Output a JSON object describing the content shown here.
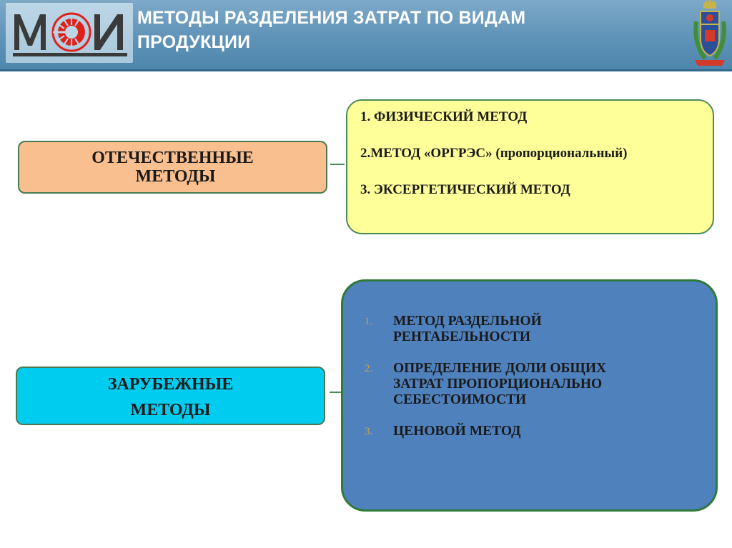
{
  "header": {
    "logo_text": "МЭИ",
    "title_lines": [
      "МЕТОДЫ РАЗДЕЛЕНИЯ ЗАТРАТ ПО ВИДАМ",
      "ПРОДУКЦИИ"
    ]
  },
  "domestic": {
    "label_lines": [
      "ОТЕЧЕСТВЕННЫЕ",
      "МЕТОДЫ"
    ],
    "items": [
      "1. ФИЗИЧЕСКИЙ МЕТОД",
      "2.МЕТОД «ОРГРЭС» (пропорциональный)",
      "3. ЭКСЕРГЕТИЧЕСКИЙ МЕТОД"
    ]
  },
  "foreign": {
    "label_lines": [
      "ЗАРУБЕЖНЫЕ",
      "МЕТОДЫ"
    ],
    "items": [
      {
        "num": "1.",
        "lines": [
          "МЕТОД РАЗДЕЛЬНОЙ",
          "РЕНТАБЕЛЬНОСТИ"
        ]
      },
      {
        "num": "2.",
        "lines": [
          "ОПРЕДЕЛЕНИЕ ДОЛИ ОБЩИХ",
          "ЗАТРАТ ПРОПОРЦИОНАЛЬНО",
          "СЕБЕСТОИМОСТИ"
        ]
      },
      {
        "num": "3.",
        "lines": [
          "ЦЕНОВОЙ МЕТОД"
        ]
      }
    ]
  },
  "colors": {
    "header_bg": "#5f93b8",
    "domestic_node": "#f9bf8f",
    "foreign_node": "#00ccf0",
    "yellow_panel": "#ffff99",
    "blue_panel": "#4f81bd",
    "border_green": "#4a8a5a",
    "logo_red": "#e0201b",
    "logo_dark": "#3a3a3a"
  },
  "icons": {
    "logo": "mei-logo-icon",
    "emblem": "coat-of-arms-icon"
  }
}
